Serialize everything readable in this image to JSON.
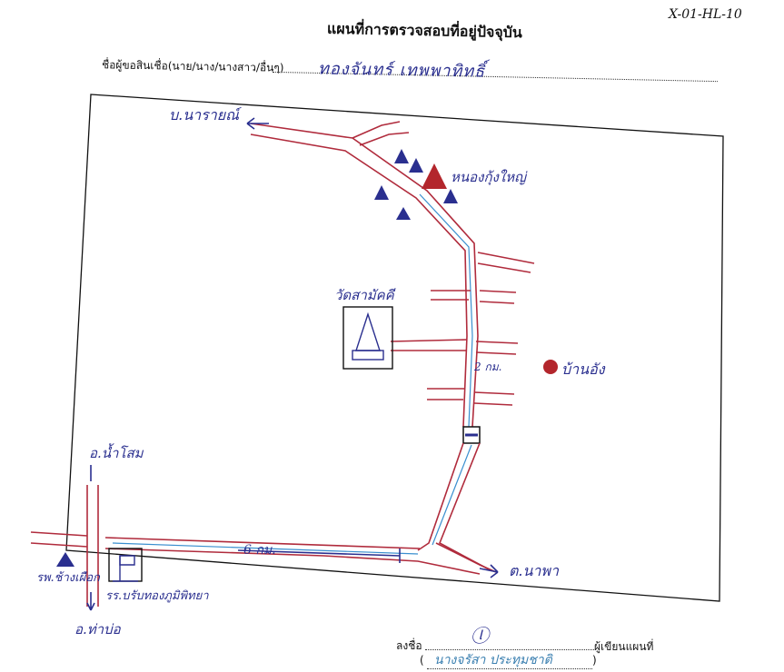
{
  "doc_code": "X-01-HL-10",
  "title": "แผนที่การตรวจสอบที่อยู่ปัจจุบัน",
  "applicant": {
    "label": "ชื่อผู้ขอสินเชื่อ(นาย/นาง/นางสาว/อื่นๆ)",
    "name": "ทองจันทร์   เทพพาทิทธิ์"
  },
  "map": {
    "labels": {
      "narai": "บ.นารายณ์",
      "nongkhon": "หนองกุ้งใหญ่",
      "temple": "วัดสามัคคี",
      "distance_2km": "2 กม.",
      "house": "บ้านอัง",
      "namsom": "อ.น้ำโสม",
      "distance_6km": "6 กม.",
      "napha": "ต.นาพา",
      "hospital": "รพ.ช้างเผือก",
      "school": "รร.บรับทองภูมิพิทยา",
      "thabo": "อ.ท่าบ่อ"
    },
    "colors": {
      "road_outline": "#b02b3c",
      "road_center": "#3a8fcf",
      "ink_blue": "#2a2f8f",
      "ink_red": "#b3262c"
    }
  },
  "signature": {
    "sign_label": "ลงชื่อ",
    "role_label": "ผู้เขียนแผนที่",
    "signer_name": "นางจรัสา ประทุมชาติ",
    "paren_open": "(",
    "paren_close": ")"
  }
}
